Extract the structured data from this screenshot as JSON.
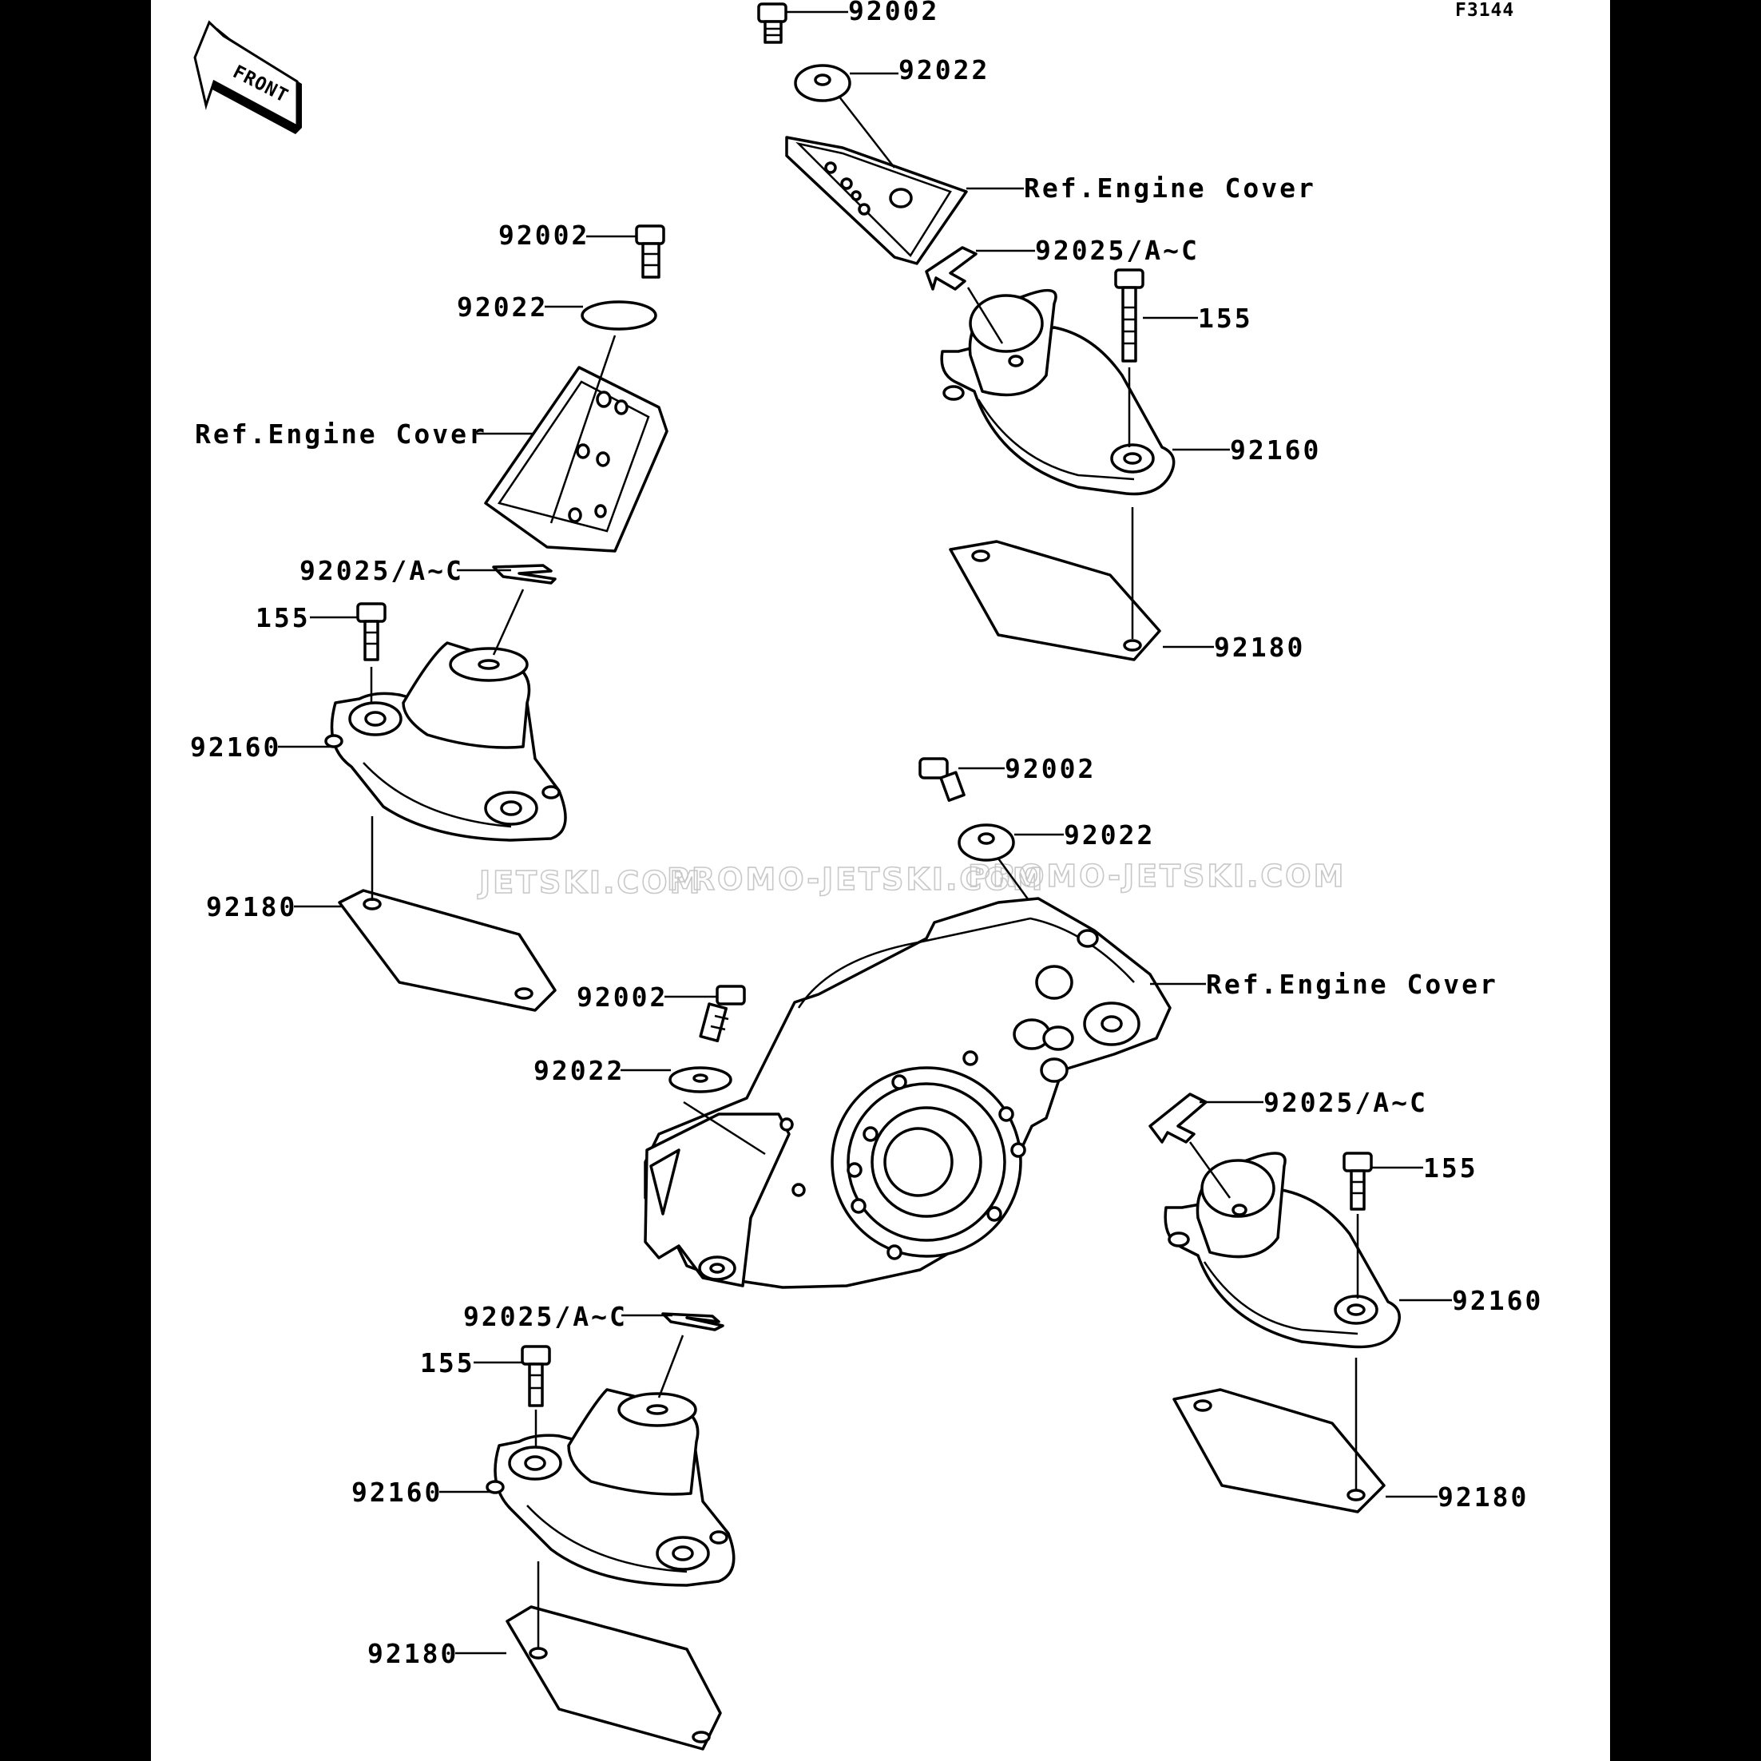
{
  "figure_id": "F3144",
  "front_badge": "FRONT",
  "watermark": [
    "JETSKI.COM",
    "PROMO-JETSKI.COM",
    "PROMO-JETSKI.COM"
  ],
  "groups": {
    "top_right": {
      "bolt_92002": "92002",
      "washer_92022": "92022",
      "ref_cover": "Ref.Engine Cover",
      "shim_92025": "92025/A~C",
      "bolt_155": "155",
      "mount_92160": "92160",
      "plate_92180": "92180"
    },
    "top_left": {
      "bolt_92002": "92002",
      "washer_92022": "92022",
      "ref_cover": "Ref.Engine Cover",
      "shim_92025": "92025/A~C",
      "bolt_155": "155",
      "mount_92160": "92160",
      "plate_92180": "92180"
    },
    "center": {
      "bolt_92002": "92002",
      "washer_92022": "92022",
      "ref_cover": "Ref.Engine Cover"
    },
    "bottom_left": {
      "bolt_92002": "92002",
      "washer_92022": "92022",
      "shim_92025": "92025/A~C",
      "bolt_155": "155",
      "mount_92160": "92160",
      "plate_92180": "92180"
    },
    "bottom_right": {
      "shim_92025": "92025/A~C",
      "bolt_155": "155",
      "mount_92160": "92160",
      "plate_92180": "92180"
    }
  }
}
